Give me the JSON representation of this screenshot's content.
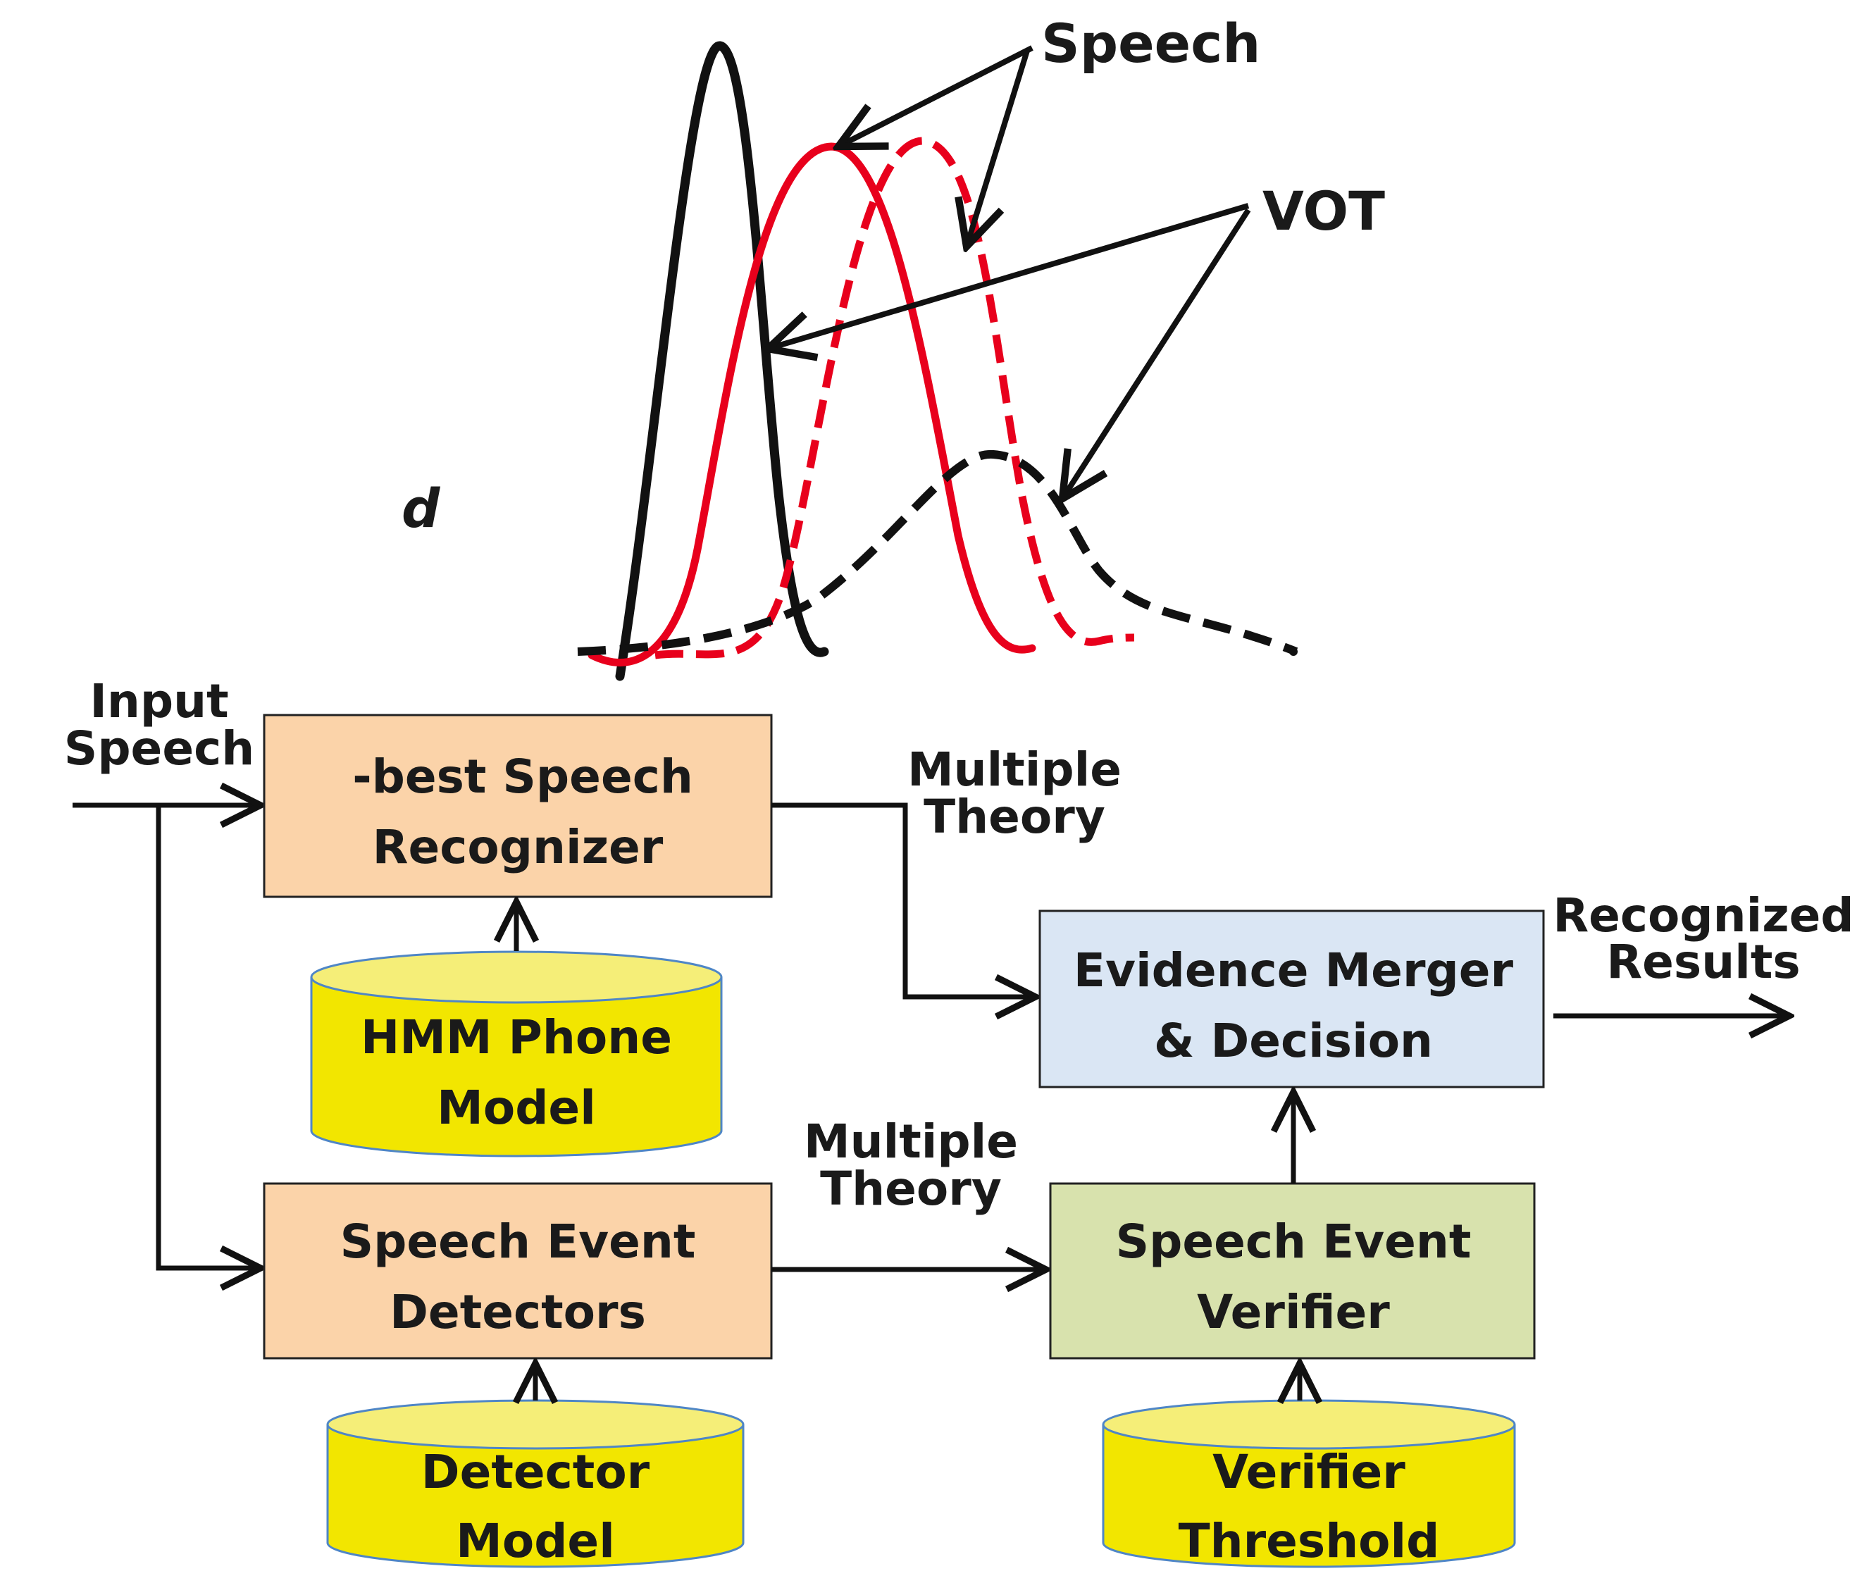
{
  "plot": {
    "speech_label": "Speech",
    "vot_label": "VOT",
    "d_label": "d",
    "colors": {
      "black": "#111111",
      "red": "#e8001c"
    }
  },
  "inputs": {
    "input_speech": [
      "Input",
      "Speech"
    ]
  },
  "boxes": {
    "recognizer": [
      "-best Speech",
      "Recognizer"
    ],
    "evidence": [
      "Evidence Merger",
      "& Decision"
    ],
    "detectors": [
      "Speech Event",
      "Detectors"
    ],
    "verifier": [
      "Speech Event",
      "Verifier"
    ]
  },
  "databases": {
    "hmm": [
      "HMM Phone",
      "Model"
    ],
    "detector_model": [
      "Detector",
      "Model"
    ],
    "verifier_threshold": [
      "Verifier",
      "Threshold"
    ]
  },
  "labels": {
    "multiple_theory_top": [
      "Multiple",
      "Theory"
    ],
    "multiple_theory_bottom": [
      "Multiple",
      "Theory"
    ],
    "recognized_results": [
      "Recognized",
      "Results"
    ]
  },
  "colors": {
    "box_orange": "#fbd3a9",
    "box_blue": "#dae6f4",
    "box_green": "#d8e2ad",
    "db_yellow": "#f2e600",
    "db_top": "#f5ee78",
    "db_stroke": "#4f86c6"
  }
}
